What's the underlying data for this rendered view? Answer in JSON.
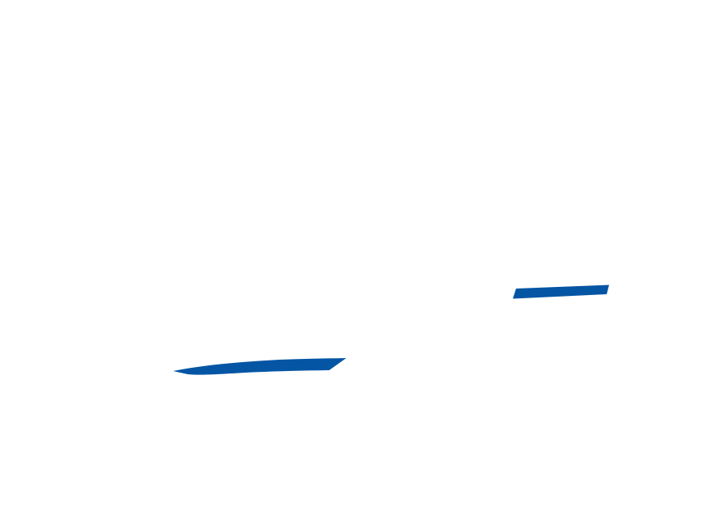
{
  "colors": {
    "background": "#ffffff",
    "stroke_fill": "#0455a4"
  },
  "shapes": [
    {
      "name": "lower-left-brush-stroke",
      "kind": "brush-stroke"
    },
    {
      "name": "upper-right-brush-stroke",
      "kind": "brush-stroke"
    }
  ]
}
